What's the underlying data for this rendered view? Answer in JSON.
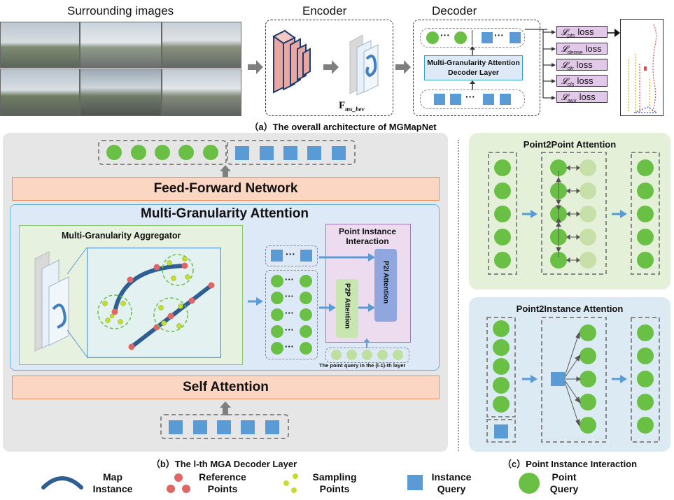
{
  "header": {
    "surrounding": "Surrounding images",
    "encoder": "Encoder",
    "decoder": "Decoder",
    "feat_main": "F",
    "feat_sub": "ms_bev",
    "mga_layer": "Multi-Granularity Attention Decoder Layer",
    "losses": [
      {
        "sym": "𝓛",
        "sub": "pts",
        "word": "loss"
      },
      {
        "sym": "𝓛",
        "sub": "dense",
        "word": "loss"
      },
      {
        "sym": "𝓛",
        "sub": "dir",
        "word": "loss"
      },
      {
        "sym": "𝓛",
        "sub": "cls",
        "word": "loss"
      },
      {
        "sym": "𝓛",
        "sub": "aux",
        "word": "loss"
      }
    ],
    "dots": "···",
    "caption": "（a）The overall architecture of MGMapNet"
  },
  "panel_b": {
    "ffn": "Feed-Forward Network",
    "mga": "Multi-Granularity Attention",
    "aggregator": "Multi-Granularity Aggregator",
    "pii": "Point Instance Interaction",
    "p2p": "P2P Attention",
    "p2i": "P2I Attention",
    "point_query_note": "The point query in the (l-1)-th layer",
    "self_attention": "Self Attention",
    "caption": "（b）The l-th MGA Decoder Layer"
  },
  "panel_c": {
    "p2p_title": "Point2Point Attention",
    "p2i_title": "Point2Instance Attention",
    "caption": "（c）Point Instance Interaction"
  },
  "legend": [
    {
      "label": "Map Instance",
      "icon": "map-instance-arc"
    },
    {
      "label": "Reference Points",
      "icon": "reference-points"
    },
    {
      "label": "Sampling Points",
      "icon": "sampling-points"
    },
    {
      "label": "Instance Query",
      "icon": "instance-query-square"
    },
    {
      "label": "Point Query",
      "icon": "point-query-circle"
    }
  ],
  "colors": {
    "ffn_fill": "#fbd6c3",
    "ffn_border": "#e9905f",
    "mga_fill": "#dde9f7",
    "aggregator_fill": "#e7f1df",
    "point_green": "#69c045",
    "instance_blue": "#5b9bd5",
    "loss_fill": "#e3c9e9",
    "panel_gray": "#e6e6e6",
    "p2p_panel": "#e5f0d8",
    "p2i_panel": "#dcebf3"
  }
}
